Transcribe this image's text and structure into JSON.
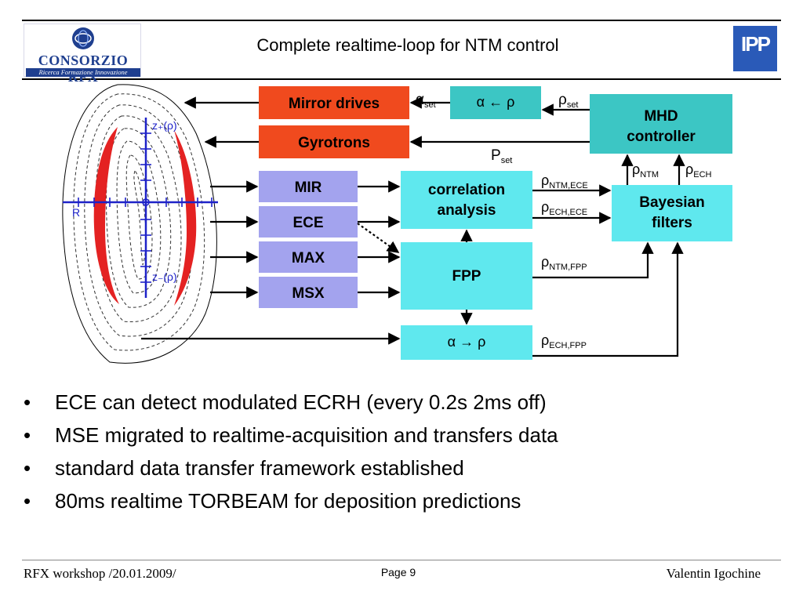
{
  "header": {
    "title": "Complete realtime-loop for NTM control",
    "logo_left": {
      "name": "CONSORZIO RFX",
      "tagline": "Ricerca Formazione Innovazione"
    },
    "logo_right": {
      "name": "IPP"
    }
  },
  "diagram": {
    "boxes": {
      "mirror_drives": "Mirror drives",
      "gyrotrons": "Gyrotrons",
      "mir": "MIR",
      "ece": "ECE",
      "max": "MAX",
      "msx": "MSX",
      "alpha_from_rho": "α ← ρ",
      "mhd_controller_1": "MHD",
      "mhd_controller_2": "controller",
      "correlation_1": "correlation",
      "correlation_2": "analysis",
      "bayesian_1": "Bayesian",
      "bayesian_2": "filters",
      "fpp": "FPP",
      "alpha_to_rho": "α → ρ"
    },
    "labels": {
      "alpha_set": {
        "main": "α",
        "sub": "set"
      },
      "rho_set": {
        "main": "ρ",
        "sub": "set"
      },
      "p_set": {
        "main": "P",
        "sub": "set"
      },
      "rho_ntm_ece": {
        "main": "ρ",
        "sub": "NTM,ECE"
      },
      "rho_ech_ece": {
        "main": "ρ",
        "sub": "ECH,ECE"
      },
      "rho_ntm_fpp": {
        "main": "ρ",
        "sub": "NTM,FPP"
      },
      "rho_ech_fpp": {
        "main": "ρ",
        "sub": "ECH,FPP"
      },
      "rho_ntm": {
        "main": "ρ",
        "sub": "NTM"
      },
      "rho_ech": {
        "main": "ρ",
        "sub": "ECH"
      },
      "z_plus": "z₊(ρ)",
      "z_minus": "z₋(ρ)",
      "r_axis": "R"
    },
    "colors": {
      "red_box": "#f04a1e",
      "purple_box": "#a3a3ee",
      "teal_box": "#3cc6c4",
      "cyan_box": "#5fe8ee",
      "axis_blue": "#1e22c8",
      "island_red": "#e42222"
    }
  },
  "bullets": [
    "ECE can detect modulated ECRH (every 0.2s 2ms off)",
    "MSE migrated to realtime-acquisition and transfers data",
    "standard data transfer framework established",
    "80ms realtime TORBEAM for deposition predictions"
  ],
  "footer": {
    "left": "RFX workshop /20.01.2009/",
    "page": "Page 9",
    "right": "Valentin Igochine"
  }
}
